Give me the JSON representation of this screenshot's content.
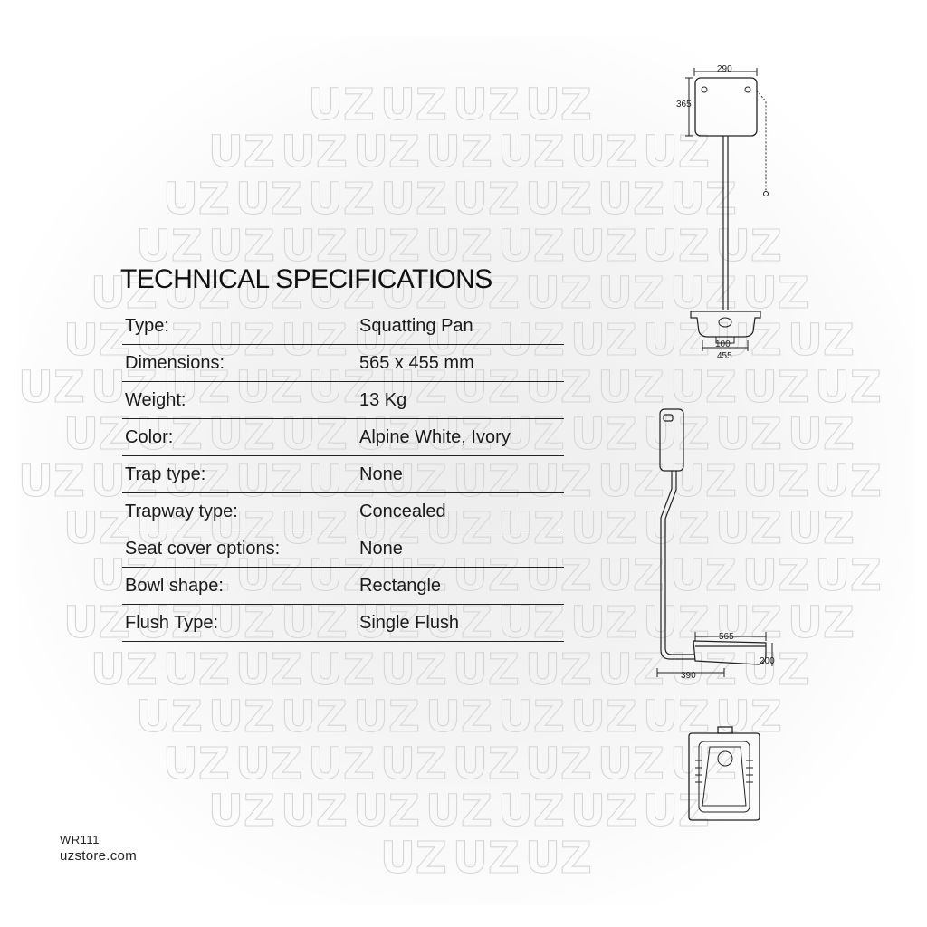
{
  "heading": "TECHNICAL SPECIFICATIONS",
  "watermark_text": "UZ",
  "specs": [
    {
      "label": "Type:",
      "value": "Squatting Pan"
    },
    {
      "label": "Dimensions:",
      "value": "565 x 455 mm"
    },
    {
      "label": "Weight:",
      "value": "13 Kg"
    },
    {
      "label": "Color:",
      "value": "Alpine White, Ivory"
    },
    {
      "label": "Trap type:",
      "value": "None"
    },
    {
      "label": "Trapway type:",
      "value": "Concealed"
    },
    {
      "label": "Seat cover options:",
      "value": "None"
    },
    {
      "label": "Bowl shape:",
      "value": "Rectangle"
    },
    {
      "label": "Flush Type:",
      "value": "Single Flush"
    }
  ],
  "drawing_dimensions": {
    "cistern_width": "290",
    "cistern_height": "365",
    "outlet": "100",
    "pan_width": "455",
    "pan_length": "565",
    "pan_height": "200",
    "pipe_offset": "390"
  },
  "footer": {
    "product_code": "WR111",
    "website": "uzstore.com"
  },
  "colors": {
    "text": "#1a1a1a",
    "rule": "#222222",
    "watermark": "#d6d6d6"
  }
}
